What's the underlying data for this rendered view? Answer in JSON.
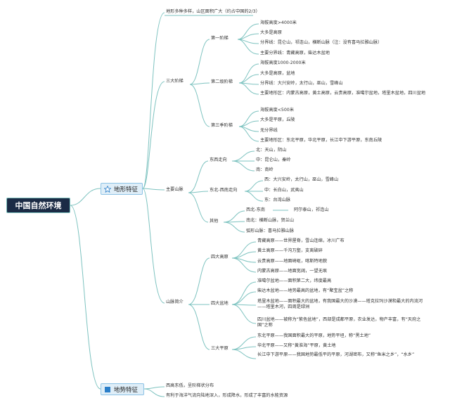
{
  "root": "中国自然环境",
  "main": [
    {
      "label": "地形特征",
      "icon": "star-icon"
    },
    {
      "label": "地势特征",
      "icon": "flag-icon"
    }
  ],
  "colors": {
    "root_bg": "#1b2b45",
    "root_border": "#7ec3c0",
    "main_bg": "#dfeef8",
    "main_border": "#8dc3e6",
    "line": "#7ec3c0"
  },
  "terrain": {
    "overview": "地形多种多样，山区面积广大（约占中国的2/3）",
    "steps_label": "三大阶梯",
    "steps": [
      {
        "label": "第一阶梯",
        "items": [
          "海拔高度>4000米",
          "大多是高原",
          "分界线：昆仑山，祁连山，横断山脉（注：没有喜马拉雅山脉）",
          "主要分界线：青藏高原，柴达木盆地"
        ]
      },
      {
        "label": "第二级阶梯",
        "items": [
          "海拔高度1000-2000米",
          "大多是高原，盆地",
          "分界线：大兴安岭，太行山，巫山，雪峰山",
          "主要地形区：内蒙古高原，黄土高原，云贵高原，准噶尔盆地，塔里木盆地，四川盆地"
        ]
      },
      {
        "label": "第三季阶梯",
        "items": [
          "海拔高度<500米",
          "大多是平原，丘陵",
          "无分界线",
          "主要地形区：东北平原，华北平原，长江中下游平原，东南丘陵"
        ]
      }
    ],
    "mountains_label": "主要山脉",
    "ew": {
      "label": "东西走向",
      "items": [
        "北：天山，阴山",
        "中：昆仑山，秦岭",
        "南：南岭"
      ]
    },
    "nesw": {
      "label": "东北-西南走向",
      "items": [
        "西：大兴安岭，太行山，巫山，雪峰山",
        "中：长白山，武夷山",
        "东：台湾山脉"
      ]
    },
    "other": {
      "label": "其他",
      "items": [
        "西北-东南",
        "阿尔泰山，祁连山",
        "南北：横断山脉，贺兰山",
        "弧形山脉：喜马拉雅山脉"
      ]
    },
    "landforms_label": "山脉简介",
    "plateaus": {
      "label": "四大高原",
      "items": [
        "青藏高原——世界屋脊，雪山连绵，冰川广布",
        "黄土高原——千沟万壑，支离破碎",
        "云贵高原——地面崎岖，喀斯特地貌",
        "内蒙古高原——地面宽阔，一望无垠"
      ]
    },
    "basins": {
      "label": "四大盆地",
      "items": [
        "准噶尔盆地——面积第二大，纬度最高",
        "柴达木盆地——地势最高的盆地，有“聚宝盆”之称",
        "塔里木盆地——面积最大的盆地，有我国最大的沙漠——塔克拉玛沙漠和最大的内流河——塔里木河，四周是绿洲",
        "四川盆地——被称为“紫色盆地”，西部是成都平原，农业发达，物产丰富，有“天府之国”之称"
      ]
    },
    "plains": {
      "label": "三大平原",
      "items": [
        "东北平原——我国面积最大的平原，地势平坦，称“黑土地”",
        "华北平原——又称“黄淮海”平原，黄土地",
        "长江中下游平原——我国地势最低平的平原，河湖密布，又称“鱼米之乡”，“水乡”"
      ]
    }
  },
  "relief": {
    "items": [
      "西高东低，呈阶梯状分布",
      "有利于海洋气流向陆地深入，形成降水，形成了丰富的水能资源"
    ]
  }
}
